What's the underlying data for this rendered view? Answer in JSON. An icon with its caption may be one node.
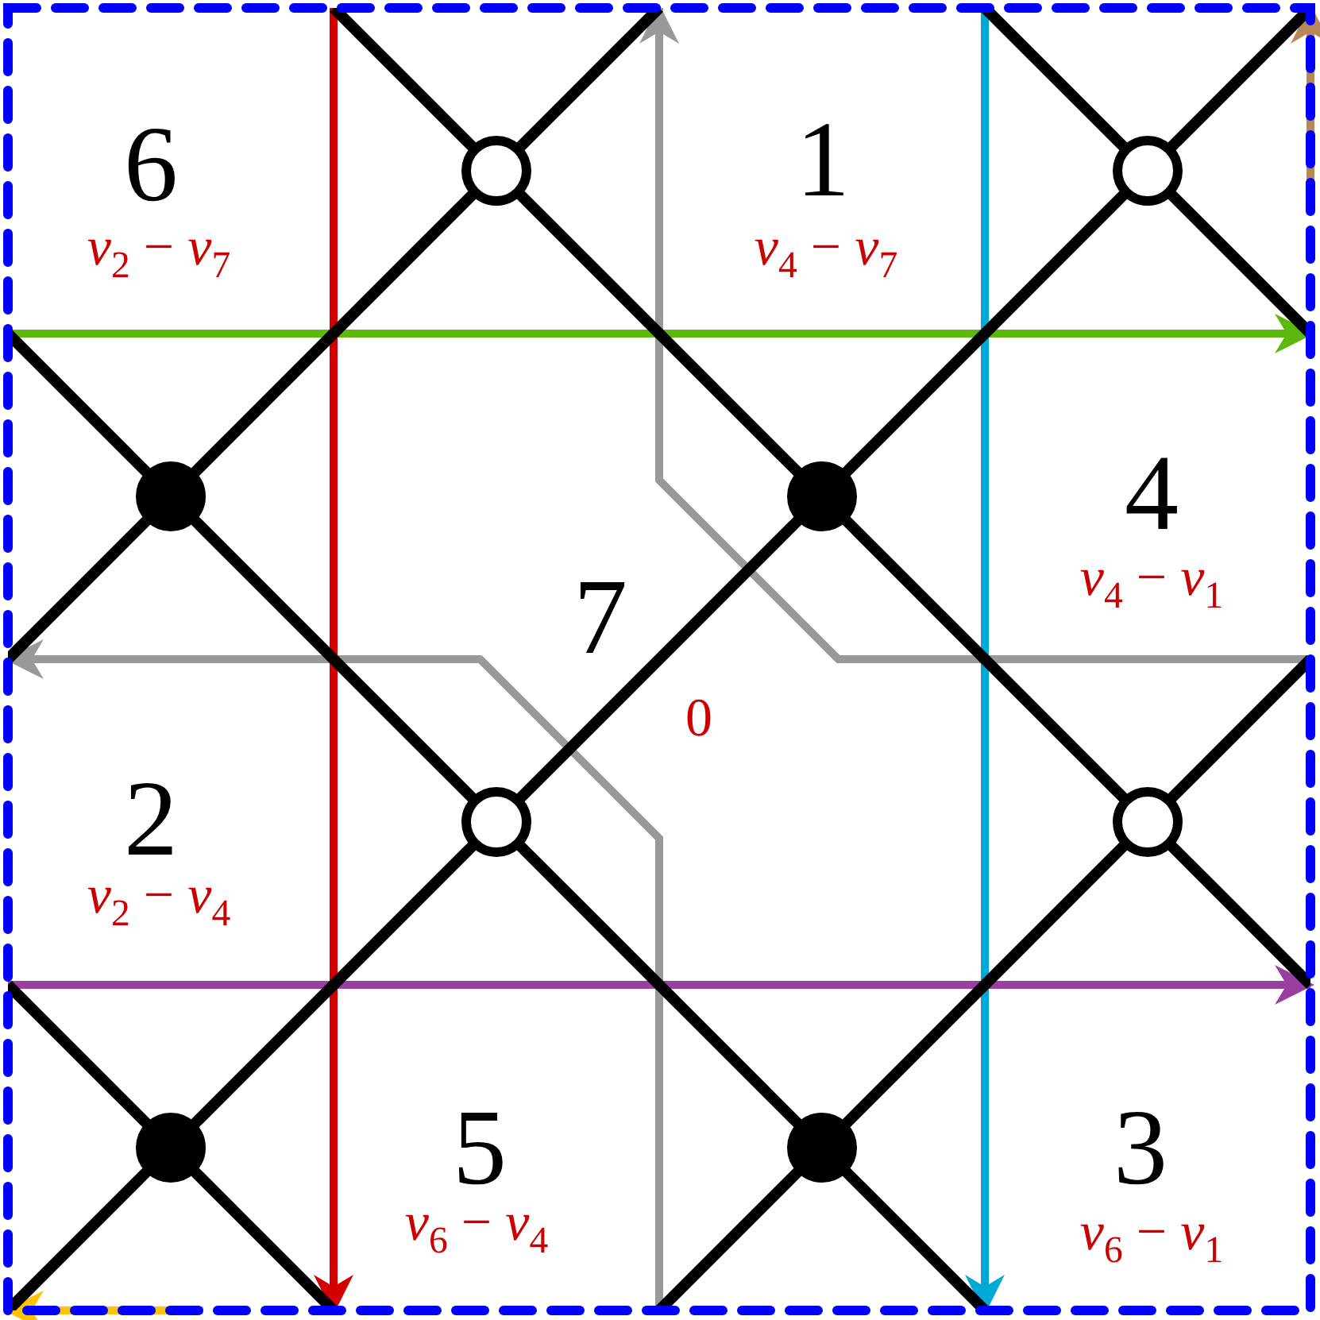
{
  "diagram": {
    "nodes": [
      {
        "text": [],
        "shape": "circle"
      },
      {
        "text": [],
        "shape": "circle"
      },
      {
        "text": [],
        "shape": "circle"
      },
      {
        "text": [],
        "shape": "circle"
      },
      {
        "text": [],
        "shape": "circle"
      },
      {
        "text": [],
        "shape": "circle"
      },
      {
        "text": [],
        "shape": "circle"
      },
      {
        "text": [],
        "shape": "circle"
      }
    ],
    "edges": [
      {
        "from": 0,
        "to": 2,
        "arrow": "none"
      },
      {
        "from": 0,
        "to": 3,
        "arrow": "none"
      },
      {
        "from": 0,
        "to": null,
        "arrow": "none"
      },
      {
        "from": 0,
        "to": null,
        "arrow": "none"
      },
      {
        "from": 1,
        "to": 3,
        "arrow": "none"
      },
      {
        "from": 1,
        "to": null,
        "arrow": "none"
      },
      {
        "from": 1,
        "to": null,
        "arrow": "none"
      },
      {
        "from": 1,
        "to": null,
        "arrow": "none"
      },
      {
        "from": 4,
        "to": 2,
        "arrow": "none"
      },
      {
        "from": 4,
        "to": 3,
        "arrow": "none"
      },
      {
        "from": 4,
        "to": 6,
        "arrow": "none"
      },
      {
        "from": 4,
        "to": 7,
        "arrow": "none"
      },
      {
        "from": 5,
        "to": 3,
        "arrow": "none"
      },
      {
        "from": 5,
        "to": 7,
        "arrow": "none"
      },
      {
        "from": 5,
        "to": null,
        "arrow": "none"
      },
      {
        "from": 5,
        "to": null,
        "arrow": "none"
      },
      {
        "from": null,
        "to": 2,
        "arrow": "none"
      },
      {
        "from": null,
        "to": 2,
        "arrow": "none"
      },
      {
        "from": null,
        "to": 6,
        "arrow": "none"
      },
      {
        "from": null,
        "to": 6,
        "arrow": "none"
      },
      {
        "from": null,
        "to": 6,
        "arrow": "none"
      },
      {
        "from": null,
        "to": 7,
        "arrow": "none"
      },
      {
        "from": null,
        "to": 7,
        "arrow": "none"
      }
    ],
    "labels": [
      "6",
      "*v*$_{2}$ − *v*$_{7}$",
      "1",
      "*v*$_{4}$ − *v*$_{7}$",
      "4",
      "*v*$_{4}$ − *v*$_{1}$",
      "7",
      "0",
      "2",
      "*v*$_{2}$ − *v*$_{4}$",
      "5",
      "*v*$_{6}$ − *v*$_{4}$",
      "3",
      "*v*$_{6}$ − *v*$_{1}$"
    ]
  }
}
